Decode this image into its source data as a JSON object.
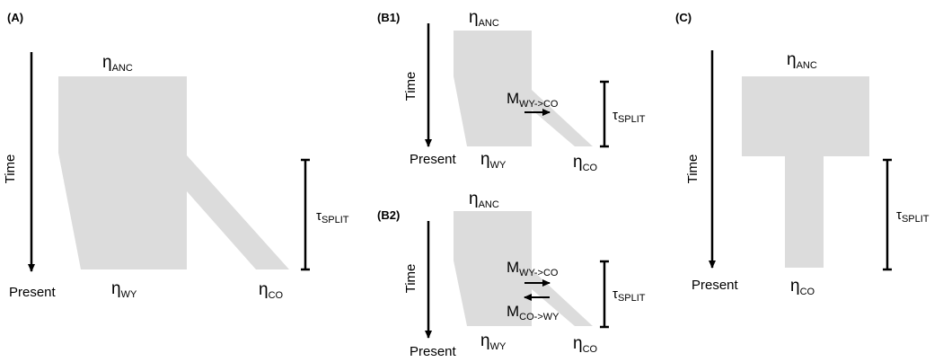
{
  "colors": {
    "population": "#dcdcdc",
    "ink": "#000000"
  },
  "panels": {
    "A": {
      "label": "(A)",
      "time_label": "Time",
      "present_label": "Present",
      "anc": {
        "sym": "η",
        "sub": "ANC"
      },
      "wy": {
        "sym": "η",
        "sub": "WY"
      },
      "co": {
        "sym": "η",
        "sub": "CO"
      },
      "tau": {
        "sym": "τ",
        "sub": "SPLIT"
      }
    },
    "B1": {
      "label": "(B1)",
      "time_label": "Time",
      "present_label": "Present",
      "anc": {
        "sym": "η",
        "sub": "ANC"
      },
      "wy": {
        "sym": "η",
        "sub": "WY"
      },
      "co": {
        "sym": "η",
        "sub": "CO"
      },
      "tau": {
        "sym": "τ",
        "sub": "SPLIT"
      },
      "mig1": {
        "sym": "M",
        "sub": "WY->CO"
      }
    },
    "B2": {
      "label": "(B2)",
      "time_label": "Time",
      "present_label": "Present",
      "anc": {
        "sym": "η",
        "sub": "ANC"
      },
      "wy": {
        "sym": "η",
        "sub": "WY"
      },
      "co": {
        "sym": "η",
        "sub": "CO"
      },
      "tau": {
        "sym": "τ",
        "sub": "SPLIT"
      },
      "mig1": {
        "sym": "M",
        "sub": "WY->CO"
      },
      "mig2": {
        "sym": "M",
        "sub": "CO->WY"
      }
    },
    "C": {
      "label": "(C)",
      "time_label": "Time",
      "present_label": "Present",
      "anc": {
        "sym": "η",
        "sub": "ANC"
      },
      "co": {
        "sym": "η",
        "sub": "CO"
      },
      "tau": {
        "sym": "τ",
        "sub": "SPLIT"
      }
    }
  }
}
